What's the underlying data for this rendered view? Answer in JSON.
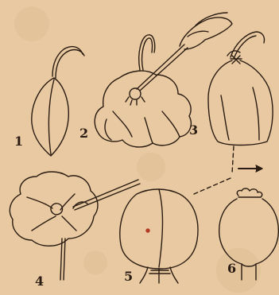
{
  "illustration": {
    "paper_color": "#e9c9a1",
    "ink_color": "#2a1c12",
    "figure_numbers": [
      "1",
      "2",
      "3",
      "4",
      "5",
      "6"
    ]
  }
}
